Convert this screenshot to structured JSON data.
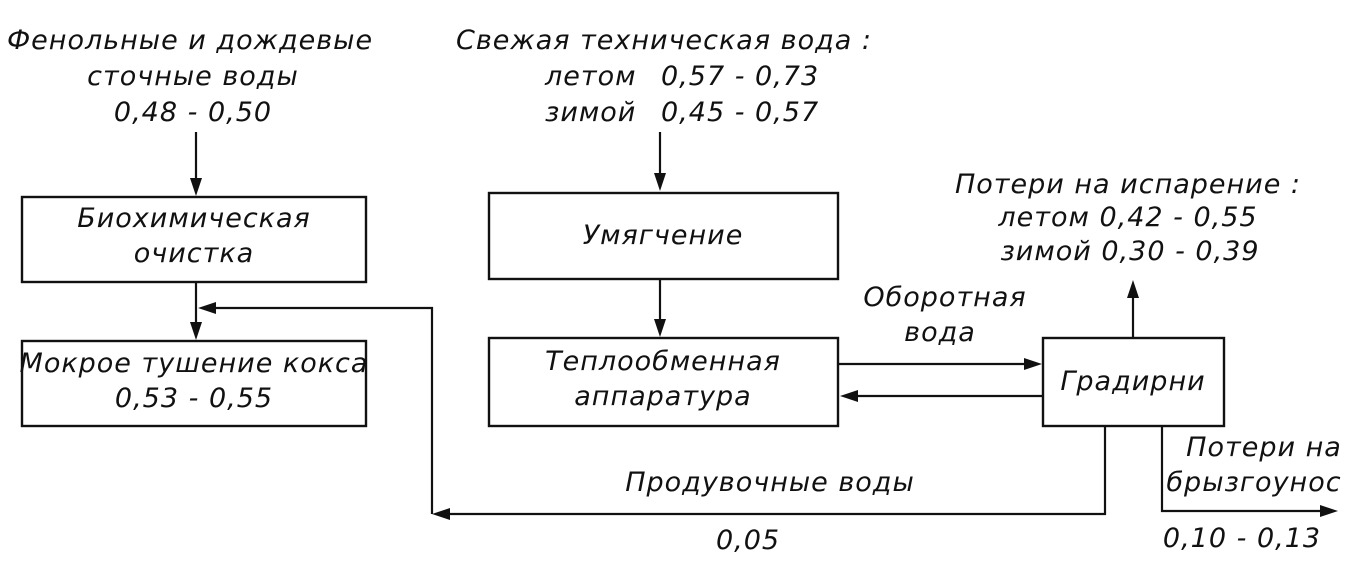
{
  "sources": {
    "phenolic": {
      "line1": "Фенольные и дождевые",
      "line2": "сточные воды",
      "value": "0,48 - 0,50"
    },
    "fresh": {
      "line1": "Свежая техническая вода :",
      "summer_label": "летом",
      "summer_value": "0,57 - 0,73",
      "winter_label": "зимой",
      "winter_value": "0,45 - 0,57"
    }
  },
  "blocks": {
    "bio": {
      "line1": "Биохимическая",
      "line2": "очистка"
    },
    "quench": {
      "line1": "Мокрое тушение кокса",
      "line2": "0,53 - 0,55"
    },
    "soften": {
      "line1": "Умягчение"
    },
    "heat": {
      "line1": "Теплообменная",
      "line2": "аппаратура"
    },
    "tower": {
      "line1": "Градирни"
    }
  },
  "flows": {
    "recycle": {
      "line1": "Оборотная",
      "line2": "вода"
    },
    "evaporation": {
      "line1": "Потери на испарение :",
      "summer": "летом 0,42 - 0,55",
      "winter": "зимой  0,30 - 0,39"
    },
    "blowdown": {
      "label": "Продувочные воды",
      "value": "0,05"
    },
    "drift": {
      "line1": "Потери на",
      "line2": "брызгоунос",
      "value": "0,10 - 0,13"
    }
  }
}
